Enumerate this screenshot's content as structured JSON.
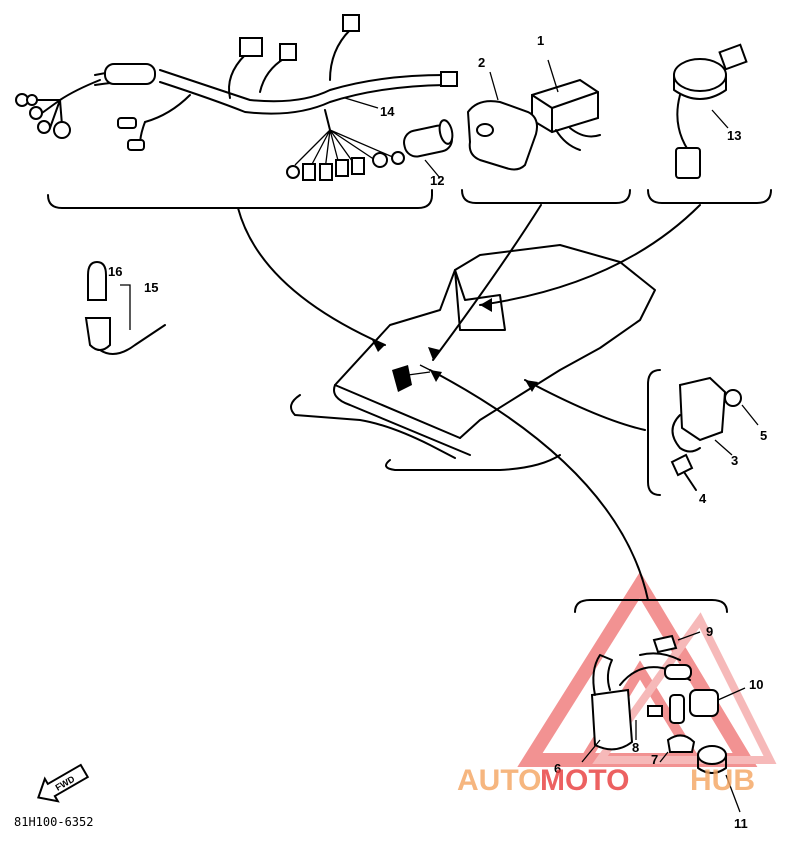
{
  "diagram": {
    "callouts": [
      {
        "id": "p1",
        "label": "1"
      },
      {
        "id": "p2",
        "label": "2"
      },
      {
        "id": "p3",
        "label": "3"
      },
      {
        "id": "p4",
        "label": "4"
      },
      {
        "id": "p5",
        "label": "5"
      },
      {
        "id": "p6",
        "label": "6"
      },
      {
        "id": "p7",
        "label": "7"
      },
      {
        "id": "p8",
        "label": "8"
      },
      {
        "id": "p9",
        "label": "9"
      },
      {
        "id": "p10",
        "label": "10"
      },
      {
        "id": "p11",
        "label": "11"
      },
      {
        "id": "p12",
        "label": "12"
      },
      {
        "id": "p13",
        "label": "13"
      },
      {
        "id": "p14",
        "label": "14"
      },
      {
        "id": "p15",
        "label": "15"
      },
      {
        "id": "p16",
        "label": "16"
      }
    ],
    "drawing_code": "81H100-6352",
    "direction_label": "FWD"
  },
  "watermark": {
    "text_part1": "AUTO",
    "text_part2": "MOTO",
    "text_part3": "HUB",
    "color_orange": "#f4a460",
    "color_red": "#e83a3a"
  }
}
